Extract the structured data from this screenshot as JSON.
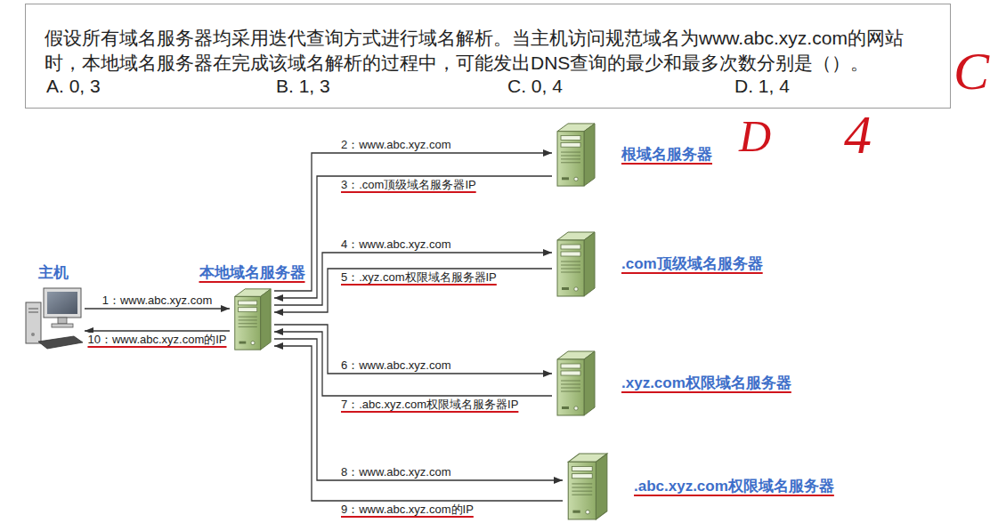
{
  "diagram": {
    "nodes": [
      {
        "text": [
          "假设所有域名服务器均采用迭代查询方式进行域名解析。当主机访问规范域名为www.abc.xyz.com的网站时，本地域名服务器在完成该域名解析的过程中，可能发出DNS查询的最少和最多次数分别是（）。",
          "A. 0, 3",
          "B. 1, 3",
          "C. 0, 4",
          "D. 1, 4"
        ]
      },
      {
        "text": [
          "根域名服务器"
        ]
      },
      {
        "text": [
          ".com顶级域名服务器"
        ]
      },
      {
        "text": [
          "主机"
        ]
      },
      {
        "text": [
          "本地域名服务器"
        ]
      },
      {
        "text": [
          ".xyz.com权限域名服务器"
        ]
      },
      {
        "text": [
          ".abc.xyz.com权限域名服务器"
        ]
      }
    ],
    "edges": [
      {
        "from": 3,
        "to": 4,
        "label": "1：www.abc.xyz.com",
        "arrow": "to"
      },
      {
        "from": 4,
        "to": 1,
        "label": "2：www.abc.xyz.com",
        "arrow": "to"
      },
      {
        "from": 1,
        "to": 4,
        "label": "3：.com顶级域名服务器IP",
        "arrow": "to"
      },
      {
        "from": 4,
        "to": 2,
        "label": "4：www.abc.xyz.com",
        "arrow": "to"
      },
      {
        "from": 2,
        "to": 4,
        "label": "5：.xyz.com权限域名服务器IP",
        "arrow": "to"
      },
      {
        "from": 4,
        "to": 5,
        "label": "6：www.abc.xyz.com",
        "arrow": "to"
      },
      {
        "from": 5,
        "to": 4,
        "label": "7：.abc.xyz.com权限域名服务器IP",
        "arrow": "to"
      },
      {
        "from": 4,
        "to": 6,
        "label": "8：www.abc.xyz.com",
        "arrow": "to"
      },
      {
        "from": 6,
        "to": 4,
        "label": "9：www.abc.xyz.com的IP",
        "arrow": "to"
      },
      {
        "from": 4,
        "to": 3,
        "label": "10：www.abc.xyz.com的IP",
        "arrow": "to"
      }
    ],
    "labels": [
      "C",
      "D",
      "4"
    ]
  }
}
